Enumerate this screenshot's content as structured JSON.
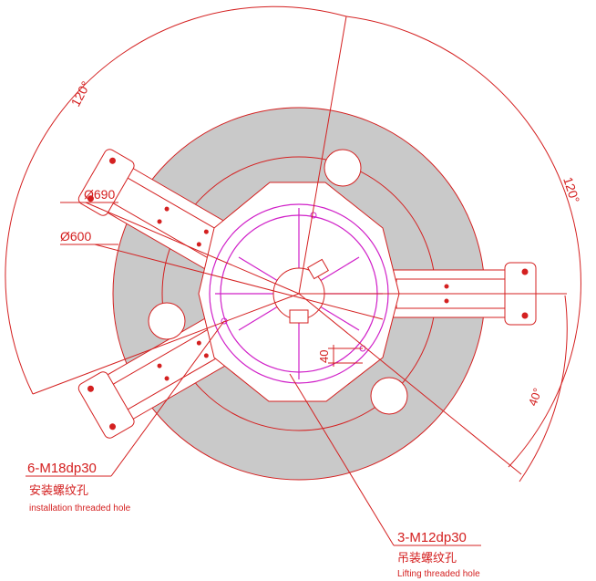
{
  "colors": {
    "red": "#d42020",
    "magenta": "#d020c8",
    "gray": "#c8c8c8",
    "background": "#ffffff"
  },
  "labels": {
    "angle_top": "120°",
    "angle_right": "120°",
    "angle_small": "40°",
    "diameter_outer": "Ø690",
    "diameter_inner": "Ø600",
    "offset_40": "40",
    "install_code": "6-M18dp30",
    "install_cn": "安装螺纹孔",
    "install_en": "installation threaded hole",
    "lift_code": "3-M12dp30",
    "lift_cn": "吊装螺纹孔",
    "lift_en": "Lifting threaded hole"
  }
}
